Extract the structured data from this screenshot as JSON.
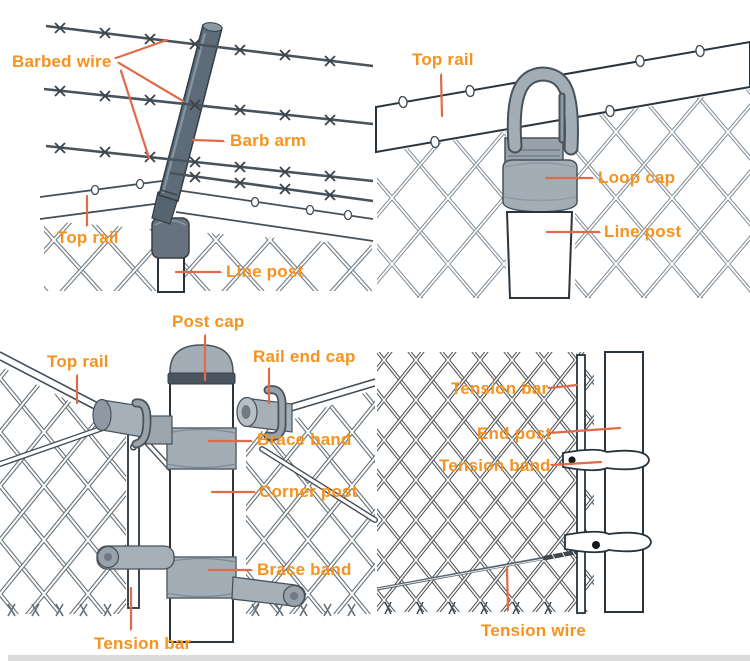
{
  "figure": {
    "type": "technical-diagram",
    "subject": "Chain link fence components",
    "colors": {
      "label": "#F6921E",
      "arrow": "#E06B4A",
      "part_dark": "#5D6C78",
      "part_gray": "#A3ADB5",
      "outline": "#29343D",
      "mesh_gray": "#707B84",
      "background": "#FFFFFF"
    },
    "panels": {
      "top_left": {
        "labels": {
          "barbed_wire": "Barbed wire",
          "barb_arm": "Barb arm",
          "top_rail": "Top rail",
          "line_post": "Line post"
        }
      },
      "top_right": {
        "labels": {
          "top_rail": "Top rail",
          "loop_cap": "Loop cap",
          "line_post": "Line post"
        }
      },
      "bottom_left": {
        "labels": {
          "post_cap": "Post cap",
          "top_rail": "Top rail",
          "rail_end_cap": "Rail end cap",
          "brace_band_upper": "Brace band",
          "corner_post": "Corner post",
          "brace_band_lower": "Brace band",
          "tension_bar": "Tension bar"
        }
      },
      "bottom_right": {
        "labels": {
          "tension_bar": "Tension bar",
          "end_post": "End post",
          "tension_band": "Tension band",
          "tension_wire": "Tension wire"
        }
      }
    }
  }
}
